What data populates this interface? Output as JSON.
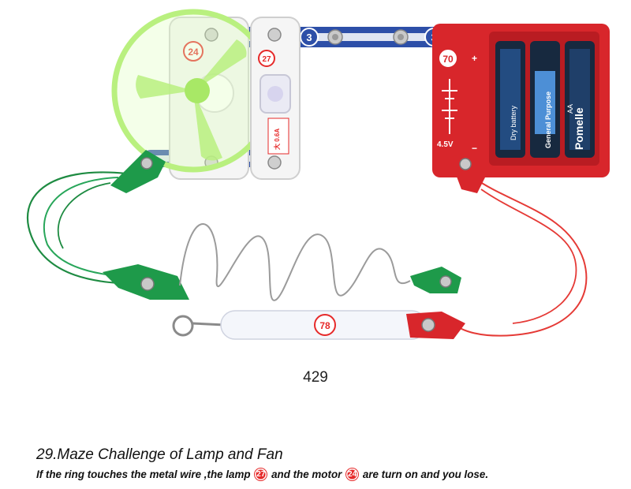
{
  "figure": {
    "motor_label": "24",
    "lamp_label": "27",
    "lamp_rating": "大 0.6A",
    "wire_label_1": "3",
    "wire_label_2": "3",
    "battery_label": "70",
    "battery_voltage": "4.5V",
    "battery_plus": "+",
    "battery_minus": "−",
    "battery_brand": "Pomelle",
    "battery_type": "Dry battery",
    "battery_purpose": "General Purpose",
    "battery_size": "AA",
    "wand_label": "78"
  },
  "page_number": "429",
  "caption": {
    "title": "29.Maze Challenge of Lamp and Fan",
    "text_part1": "If the ring touches the metal wire ,the lamp",
    "lamp_ref": "27",
    "text_part2": "and the motor",
    "motor_ref": "24",
    "text_part3": "are turn on and you lose."
  },
  "colors": {
    "battery_red": "#d8262b",
    "snap_blue": "#2d4fa8",
    "fan_green": "#b9f07f",
    "clip_green": "#1e9a4a",
    "wire_red": "#e53a36",
    "circle_red": "#e62a2a"
  }
}
